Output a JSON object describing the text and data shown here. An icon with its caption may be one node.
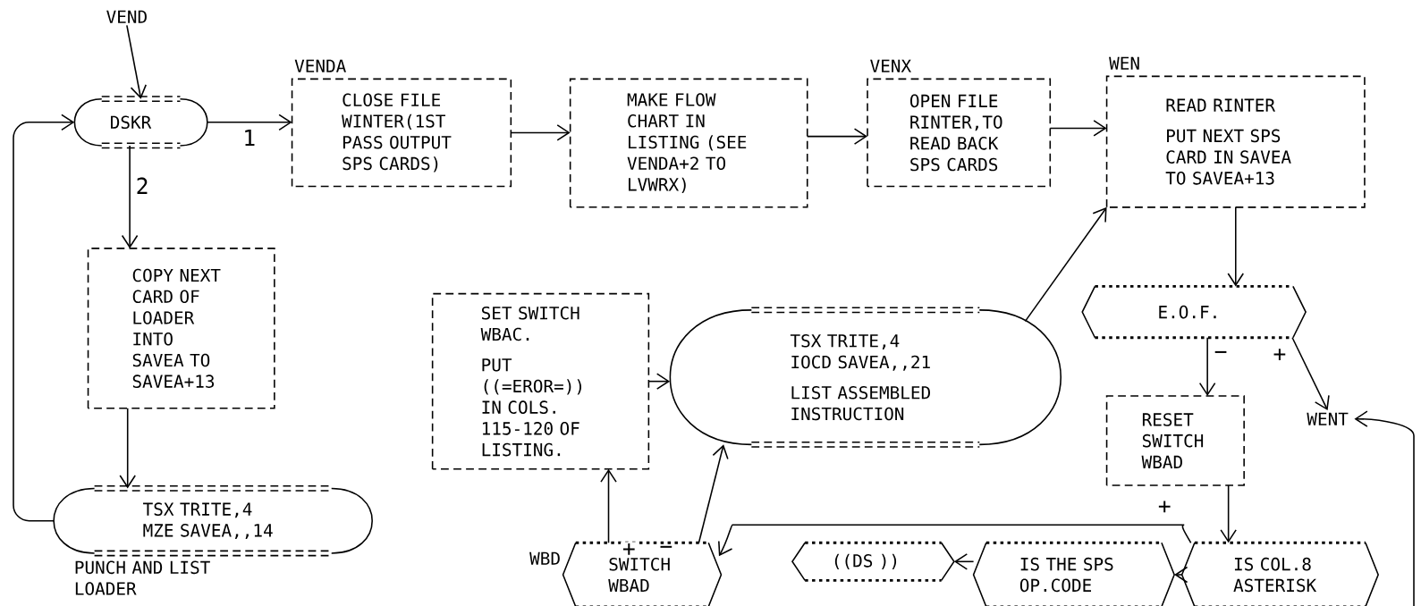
{
  "diagram": {
    "nodes": [
      {
        "text": [
          "VEND"
        ]
      },
      {
        "text": [
          "DSKR"
        ]
      },
      {
        "text": [
          "VENDA",
          "CLOSE FILE WINTER(1ST PASS OUTPUT SPS CARDS)"
        ]
      },
      {
        "text": [
          "MAKE FLOW CHART IN LISTING (SEE VENDA+2 TO LVWRX)"
        ]
      },
      {
        "text": [
          "VENX",
          "OPEN FILE RINTER,TO READ BACK SPS CARDS"
        ]
      },
      {
        "text": [
          "WEN",
          "READ RINTER",
          "PUT NEXT SPS CARD IN SAVEA TO SAVEA+13"
        ]
      },
      {
        "text": [
          "COPY NEXT CARD OF LOADER INTO SAVEA TO SAVEA+13"
        ]
      },
      {
        "text": [
          "TSX TRITE,4 MZE SAVEA,,14"
        ],
        "beside": [
          "PUNCH AND LIST LOADER"
        ]
      },
      {
        "text": [
          "SET SWITCH WBAC.",
          "PUT ((=EROR=)) IN COLS. 115-120 OF LISTING."
        ]
      },
      {
        "text": [
          "TSX TRITE,4 IOCD SAVEA,,21",
          "LIST ASSEMBLED INSTRUCTION"
        ]
      },
      {
        "text": [
          "E.O.F."
        ]
      },
      {
        "text": [
          "RESET SWITCH WBAD"
        ]
      },
      {
        "text": [
          "WENT"
        ]
      },
      {
        "text": [
          "WBD",
          "SWITCH WBAD"
        ]
      },
      {
        "text": [
          "((DS ))"
        ]
      },
      {
        "text": [
          "IS THE SPS OP.CODE"
        ]
      },
      {
        "text": [
          "IS COL.8 ASTERISK"
        ]
      }
    ],
    "edges": [
      {
        "from": 0,
        "to": 1,
        "arrow": "to"
      },
      {
        "from": 7,
        "to": 1,
        "arrow": "to"
      },
      {
        "from": 1,
        "to": 2,
        "arrow": "to",
        "label": "1"
      },
      {
        "from": 1,
        "to": 6,
        "arrow": "to",
        "label": "2"
      },
      {
        "from": 2,
        "to": 3,
        "arrow": "to"
      },
      {
        "from": 3,
        "to": 4,
        "arrow": "to"
      },
      {
        "from": 4,
        "to": 5,
        "arrow": "to"
      },
      {
        "from": 9,
        "to": 5,
        "arrow": "to"
      },
      {
        "from": 5,
        "to": 10,
        "arrow": "to"
      },
      {
        "from": 6,
        "to": 7,
        "arrow": "to"
      },
      {
        "from": 8,
        "to": 9,
        "arrow": "to"
      },
      {
        "from": 10,
        "to": 11,
        "arrow": "to",
        "label": "−"
      },
      {
        "from": 10,
        "to": 12,
        "arrow": "to",
        "label": "+"
      },
      {
        "from": 11,
        "to": 16,
        "arrow": "to"
      },
      {
        "from": 16,
        "to": 13,
        "arrow": "to",
        "label": "+"
      },
      {
        "from": 13,
        "to": 8,
        "arrow": "to",
        "label": "+"
      },
      {
        "from": 13,
        "to": 9,
        "arrow": "to",
        "label": "−"
      },
      {
        "from": 16,
        "to": 15,
        "arrow": "to"
      },
      {
        "from": 15,
        "to": 14,
        "arrow": "to"
      },
      {
        "from": null,
        "to": 12,
        "arrow": "to"
      }
    ]
  }
}
